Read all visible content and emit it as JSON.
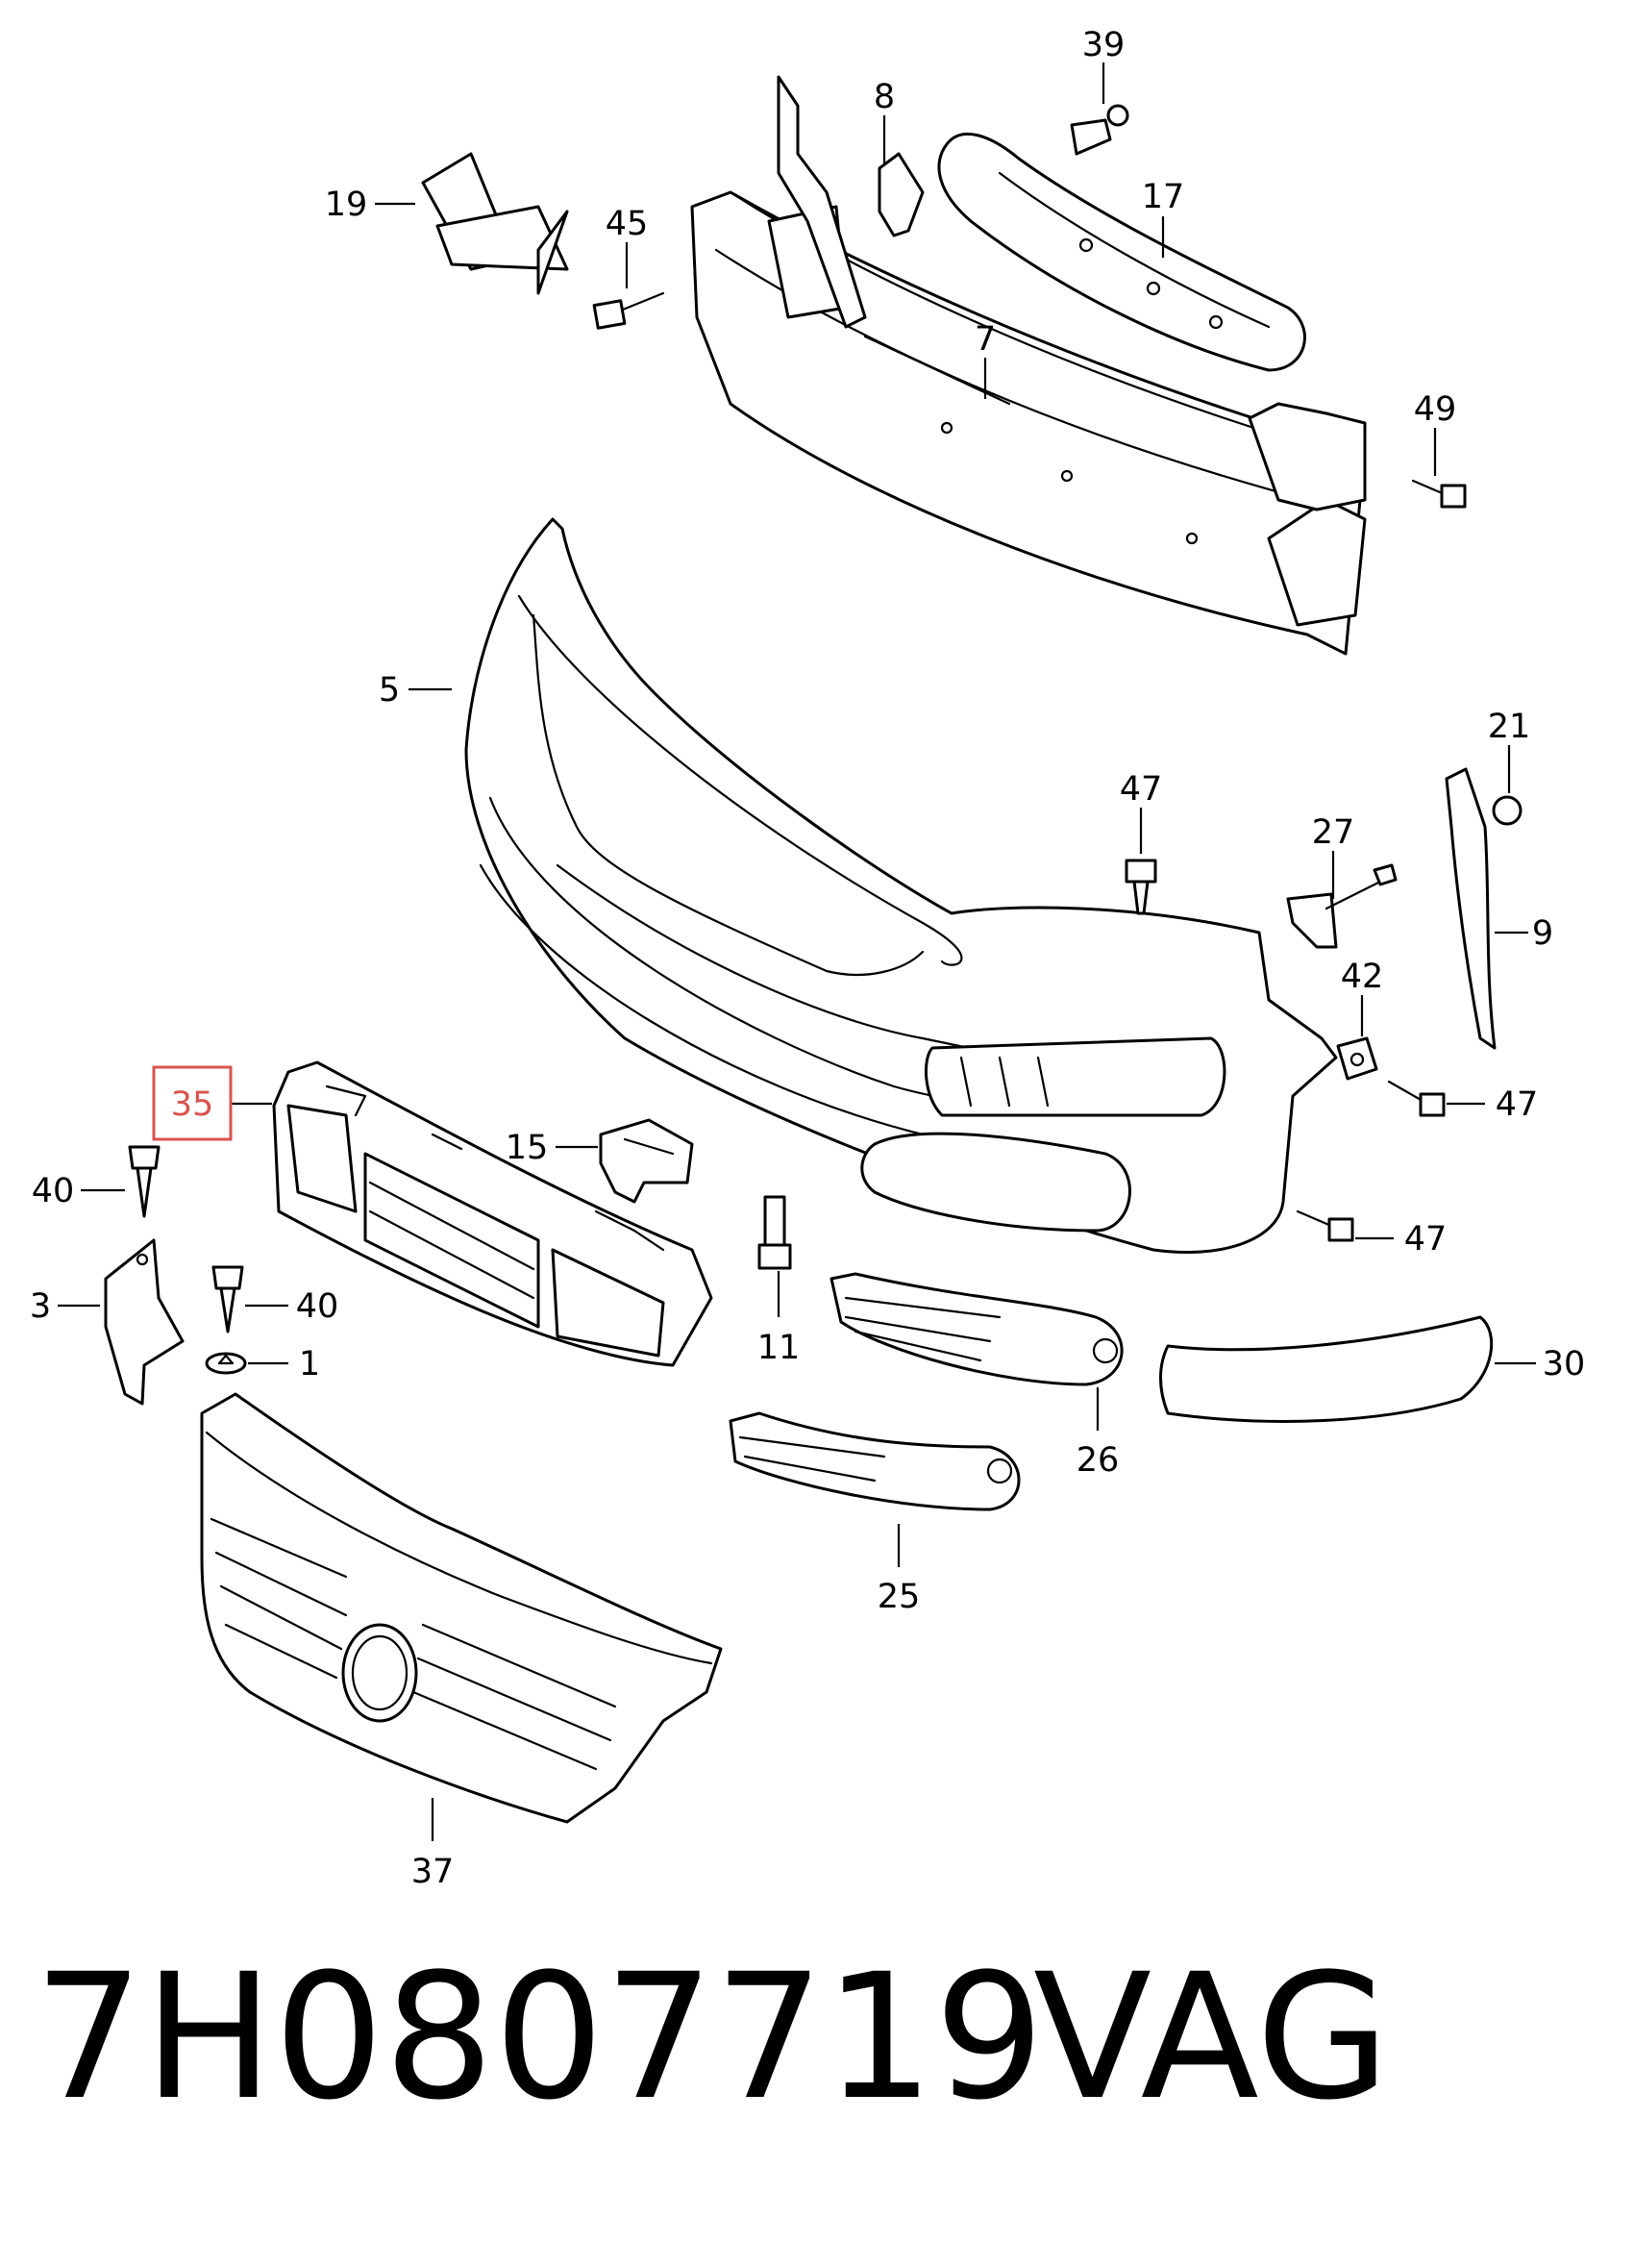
{
  "callouts": {
    "c1": "1",
    "c3": "3",
    "c5": "5",
    "c7": "7",
    "c8": "8",
    "c9": "9",
    "c11": "11",
    "c15": "15",
    "c17": "17",
    "c19": "19",
    "c21": "21",
    "c25": "25",
    "c26": "26",
    "c27": "27",
    "c30": "30",
    "c35": "35",
    "c37": "37",
    "c39": "39",
    "c40a": "40",
    "c40b": "40",
    "c42": "42",
    "c45": "45",
    "c47a": "47",
    "c47b": "47",
    "c47c": "47",
    "c49": "49"
  },
  "highlight_color": "#d9534f",
  "caption": {
    "part_number": "7H0807719",
    "brand": "VAG"
  }
}
